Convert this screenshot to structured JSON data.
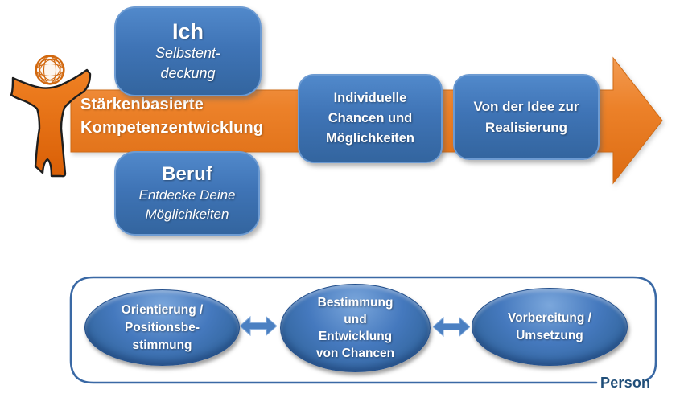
{
  "colors": {
    "box_blue": "#3f74b6",
    "box_border_blue": "#6d9bd2",
    "ellipse_blue": "#4579be",
    "arrow_orange": "#ec8129",
    "figure_orange": "#e8730f",
    "frame_border_blue": "#3a69a5",
    "double_arrow_blue": "#4b80c2",
    "person_label_blue": "#1f4e79",
    "text_white": "#ffffff"
  },
  "top_section": {
    "ich_box": {
      "title": "Ich",
      "subtitle_lines": [
        "Selbstent-",
        "deckung"
      ]
    },
    "beruf_box": {
      "title": "Beruf",
      "subtitle_lines": [
        "Entdecke Deine",
        "Möglichkeiten"
      ]
    },
    "arrow_band": {
      "lines": [
        "Stärkenbasierte",
        "Kompetenzentwicklung"
      ]
    },
    "chancen_box": {
      "lines": [
        "Individuelle",
        "Chancen und",
        "Möglichkeiten"
      ]
    },
    "idee_box": {
      "lines": [
        "Von der Idee zur",
        "Realisierung"
      ]
    }
  },
  "person_section": {
    "frame_label": "Person",
    "ellipses": [
      {
        "lines": [
          "Orientierung /",
          "Positionsbe-",
          "stimmung"
        ]
      },
      {
        "lines": [
          "Bestimmung",
          "und",
          "Entwicklung",
          "von Chancen"
        ]
      },
      {
        "lines": [
          "Vorbereitung /",
          "Umsetzung"
        ]
      }
    ]
  }
}
